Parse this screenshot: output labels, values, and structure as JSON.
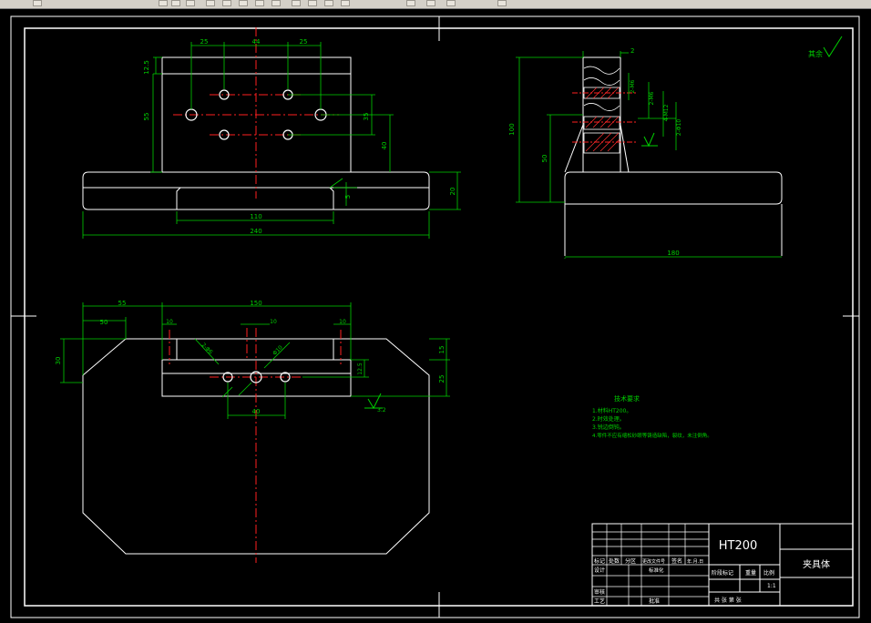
{
  "drawing": {
    "background": "#000000",
    "line_color": "#ffffff",
    "dim_color": "#00d000",
    "center_color": "#ff2020",
    "hatch_color": "#ff3030"
  },
  "top_view": {
    "dims": {
      "d25a": "25",
      "d44": "44",
      "d25b": "25",
      "d12_5": "12.5",
      "d55": "55",
      "d35": "35",
      "d40": "40",
      "d20": "20",
      "d5": "5",
      "d110": "110",
      "d240": "240"
    }
  },
  "side_view": {
    "dims": {
      "d2": "2",
      "d100": "100",
      "d50": "50",
      "d180": "180",
      "h1": "2-M6",
      "h2": "2-M6",
      "h3": "4-M12",
      "h4": "2-Φ10"
    },
    "roughness_label": "其余"
  },
  "bottom_view": {
    "dims": {
      "d55": "55",
      "d50": "50",
      "d150": "150",
      "d10a": "10",
      "d10b": "10",
      "d10c": "10",
      "d30": "30",
      "d15": "15",
      "d25": "25",
      "d12_5": "12.5",
      "d40": "40",
      "hole1": "2-Φ6",
      "hole2": "Φ10"
    },
    "roughness_label": "3.2"
  },
  "tech_requirements": {
    "title": "技术要求",
    "lines": [
      "1.材料HT200。",
      "2.时效处理。",
      "3.锐边倒钝。",
      "4.零件不应有缩松砂眼等铸造缺陷，裂纹，未注倒角。"
    ]
  },
  "title_block": {
    "material": "HT200",
    "part_name": "夹具体",
    "scale": "1:1",
    "row_labels": [
      "标记",
      "处数",
      "分区",
      "更改文件号",
      "签名",
      "年.月.日"
    ],
    "design_label": "设计",
    "standard_label": "标准化",
    "review_label": "审核",
    "process_label": "工艺",
    "approve_label": "批准",
    "stage_label": "阶段标记",
    "weight_label": "重量",
    "scale_label": "比例",
    "sheet_label": "共  张  第  张"
  },
  "toolbar": {
    "icons": [
      "new-icon",
      "open-icon",
      "save-icon",
      "print-icon",
      "cut-icon",
      "copy-icon",
      "paste-icon",
      "undo-icon",
      "redo-icon",
      "pan-icon",
      "zoom-icon",
      "zoom-window-icon",
      "zoom-previous-icon",
      "properties-icon",
      "design-center-icon",
      "tool-palette-icon",
      "help-icon"
    ]
  }
}
